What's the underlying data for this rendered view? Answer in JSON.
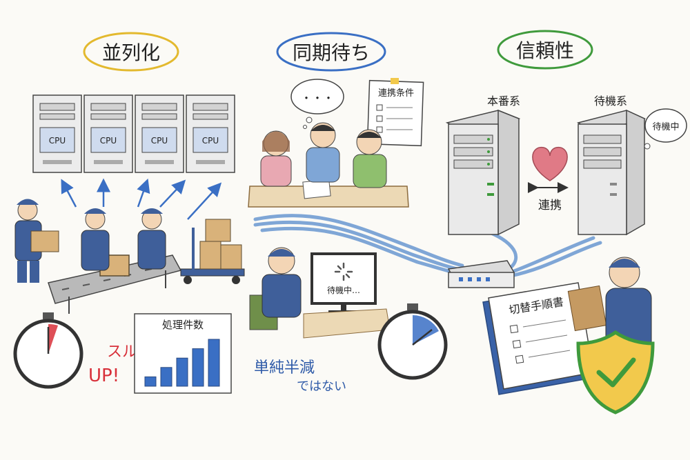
{
  "sections": {
    "parallel": {
      "title": "並列化",
      "color": "#e3b92e"
    },
    "sync": {
      "title": "同期待ち",
      "color": "#3a6fc4"
    },
    "reliability": {
      "title": "信頼性",
      "color": "#3f9a3c"
    }
  },
  "parallel": {
    "cpu_label": "CPU",
    "throughput": "スループット",
    "up": "UP!",
    "chart_label": "処理件数"
  },
  "sync": {
    "thought": "・・・",
    "checklist_title": "連携条件",
    "monitor_text": "待機中…",
    "note_line1": "単純半減",
    "note_line2": "ではない"
  },
  "reliability": {
    "primary_label": "本番系",
    "standby_label": "待機系",
    "standby_bubble": "待機中",
    "link_label": "連携",
    "manual_title": "切替手順書"
  },
  "colors": {
    "cable": "#7fa6d6",
    "server": "#e9e9e9",
    "worker": "#3f5f9a",
    "box": "#d9b27a",
    "heart": "#e07a86",
    "shield": "#f2c94c",
    "check": "#3f9a3c",
    "accent_red": "#d8303a"
  },
  "chart_data": {
    "type": "bar",
    "values": [
      1,
      2,
      3,
      4,
      5
    ],
    "title": "処理件数"
  }
}
